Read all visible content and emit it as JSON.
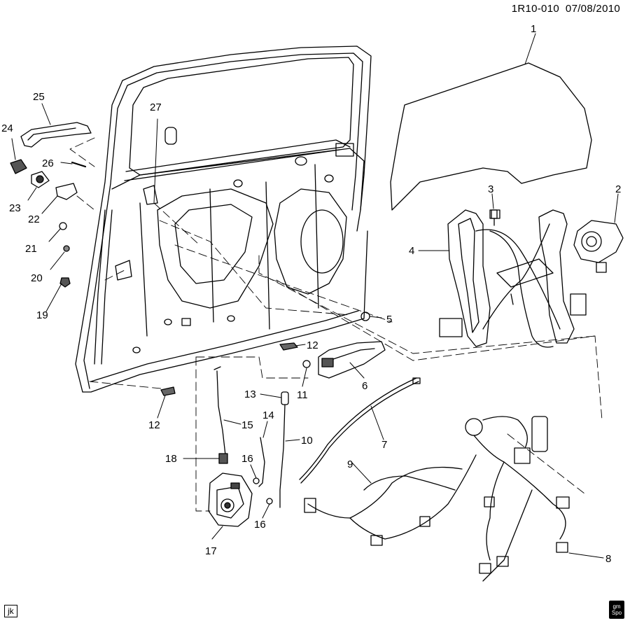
{
  "header": {
    "diagram_id": "1R10-010",
    "date": "07/08/2010"
  },
  "footer": {
    "tag": "jk",
    "logo_top": "gm",
    "logo_bottom": "Spo"
  },
  "callouts": {
    "c1": "1",
    "c2": "2",
    "c3": "3",
    "c4": "4",
    "c5": "5",
    "c6": "6",
    "c7": "7",
    "c8": "8",
    "c9": "9",
    "c10": "10",
    "c11": "11",
    "c12a": "12",
    "c12b": "12",
    "c13": "13",
    "c14": "14",
    "c15": "15",
    "c16a": "16",
    "c16b": "16",
    "c17": "17",
    "c18": "18",
    "c19": "19",
    "c20": "20",
    "c21": "21",
    "c22": "22",
    "c23": "23",
    "c24": "24",
    "c25": "25",
    "c26": "26",
    "c27": "27"
  },
  "colors": {
    "line": "#000000",
    "background": "#ffffff",
    "fill_light": "#f2f2f2",
    "fill_dark": "#555555"
  }
}
